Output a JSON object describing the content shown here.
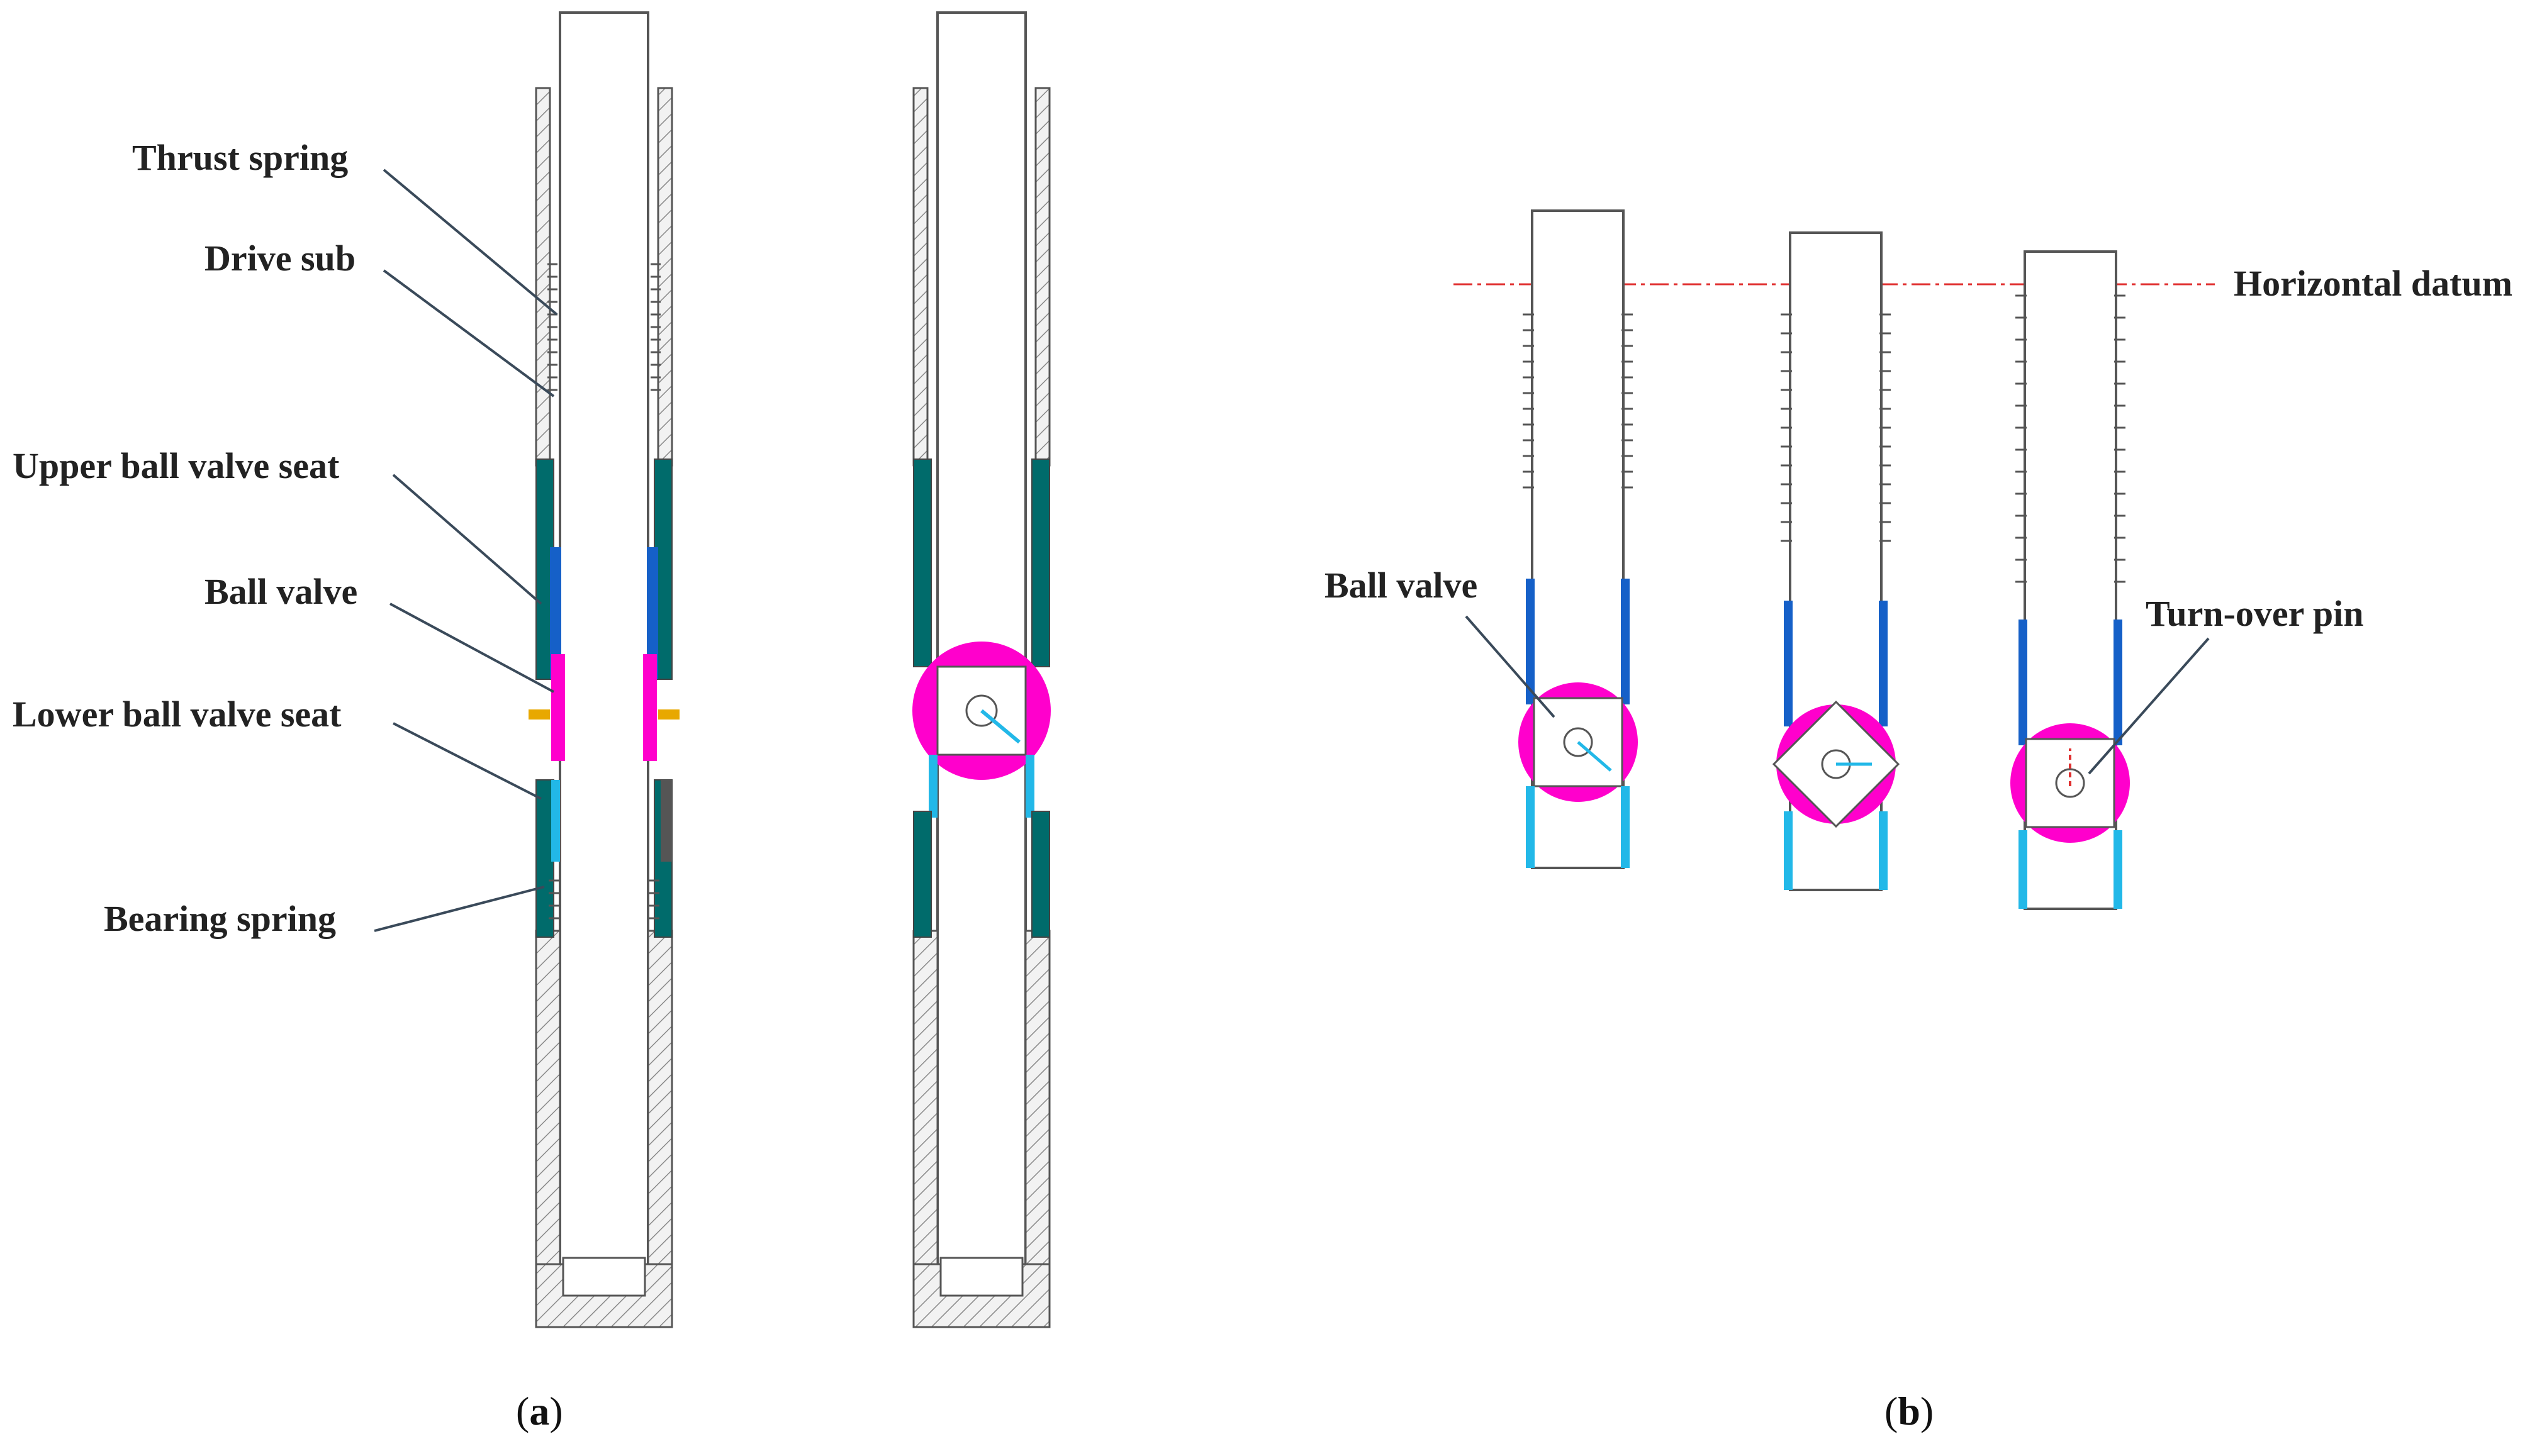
{
  "panel_a": {
    "caption_letter": "a",
    "labels": {
      "thrust_spring": "Thrust spring",
      "drive_sub": "Drive sub",
      "upper_seat": "Upper ball valve seat",
      "ball_valve": "Ball valve",
      "lower_seat": "Lower ball valve seat",
      "bearing_spring": "Bearing spring"
    }
  },
  "panel_b": {
    "caption_letter": "b",
    "labels": {
      "horizontal_datum": "Horizontal datum",
      "ball_valve": "Ball valve",
      "turn_over_pin": "Turn-over pin"
    }
  },
  "colors": {
    "seat_teal": "#006b6b",
    "upper_seat_blue": "#1560c8",
    "lower_seat_cyan": "#22b8e8",
    "ball_magenta": "#ff00cc",
    "pin_gold": "#e8a800",
    "datum_red": "#e03030",
    "outline": "#555555",
    "label_line": "#3a4a5a"
  }
}
